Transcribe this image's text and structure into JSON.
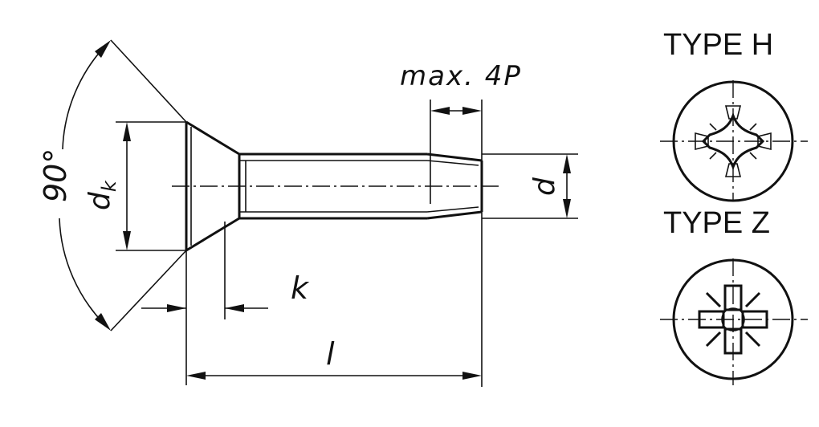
{
  "dimensions": {
    "angle": "90°",
    "head_diameter": "d",
    "head_diameter_subscript": "k",
    "thread_diameter": "d",
    "head_height": "k",
    "length": "l",
    "thread_runout": "max. 4P"
  },
  "recess_types": [
    {
      "label": "TYPE H",
      "icon": "phillips-recess-icon"
    },
    {
      "label": "TYPE Z",
      "icon": "pozidriv-recess-icon"
    }
  ]
}
